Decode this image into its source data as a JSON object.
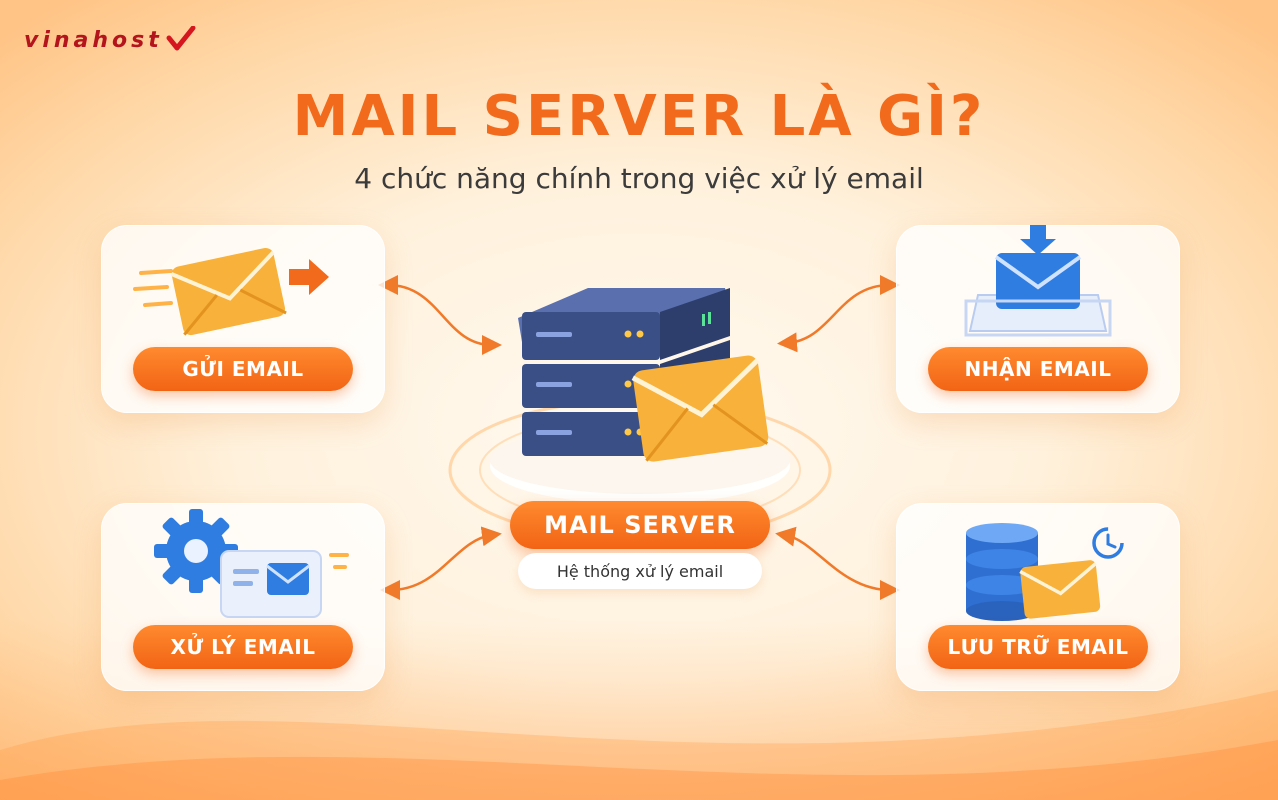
{
  "brand": {
    "logo_text": "vinahost",
    "accent": "#b4141c"
  },
  "header": {
    "title": "MAIL SERVER LÀ GÌ?",
    "subtitle": "4 chức năng chính trong việc xử lý email"
  },
  "center": {
    "label": "MAIL SERVER",
    "sublabel": "Hệ thống xử lý email",
    "icons": [
      "server-icon",
      "envelope-icon"
    ]
  },
  "functions": [
    {
      "id": "send",
      "label": "GỬI EMAIL",
      "icon": "send-envelope-icon"
    },
    {
      "id": "receive",
      "label": "NHẬN EMAIL",
      "icon": "inbox-tray-icon"
    },
    {
      "id": "process",
      "label": "XỬ LÝ EMAIL",
      "icon": "gear-email-icon"
    },
    {
      "id": "store",
      "label": "LƯU TRỮ EMAIL",
      "icon": "database-email-icon"
    }
  ],
  "colors": {
    "primary": "#f26a1b",
    "navy": "#3a4f86",
    "envelope": "#f8b13a",
    "blue": "#2f7de1"
  }
}
